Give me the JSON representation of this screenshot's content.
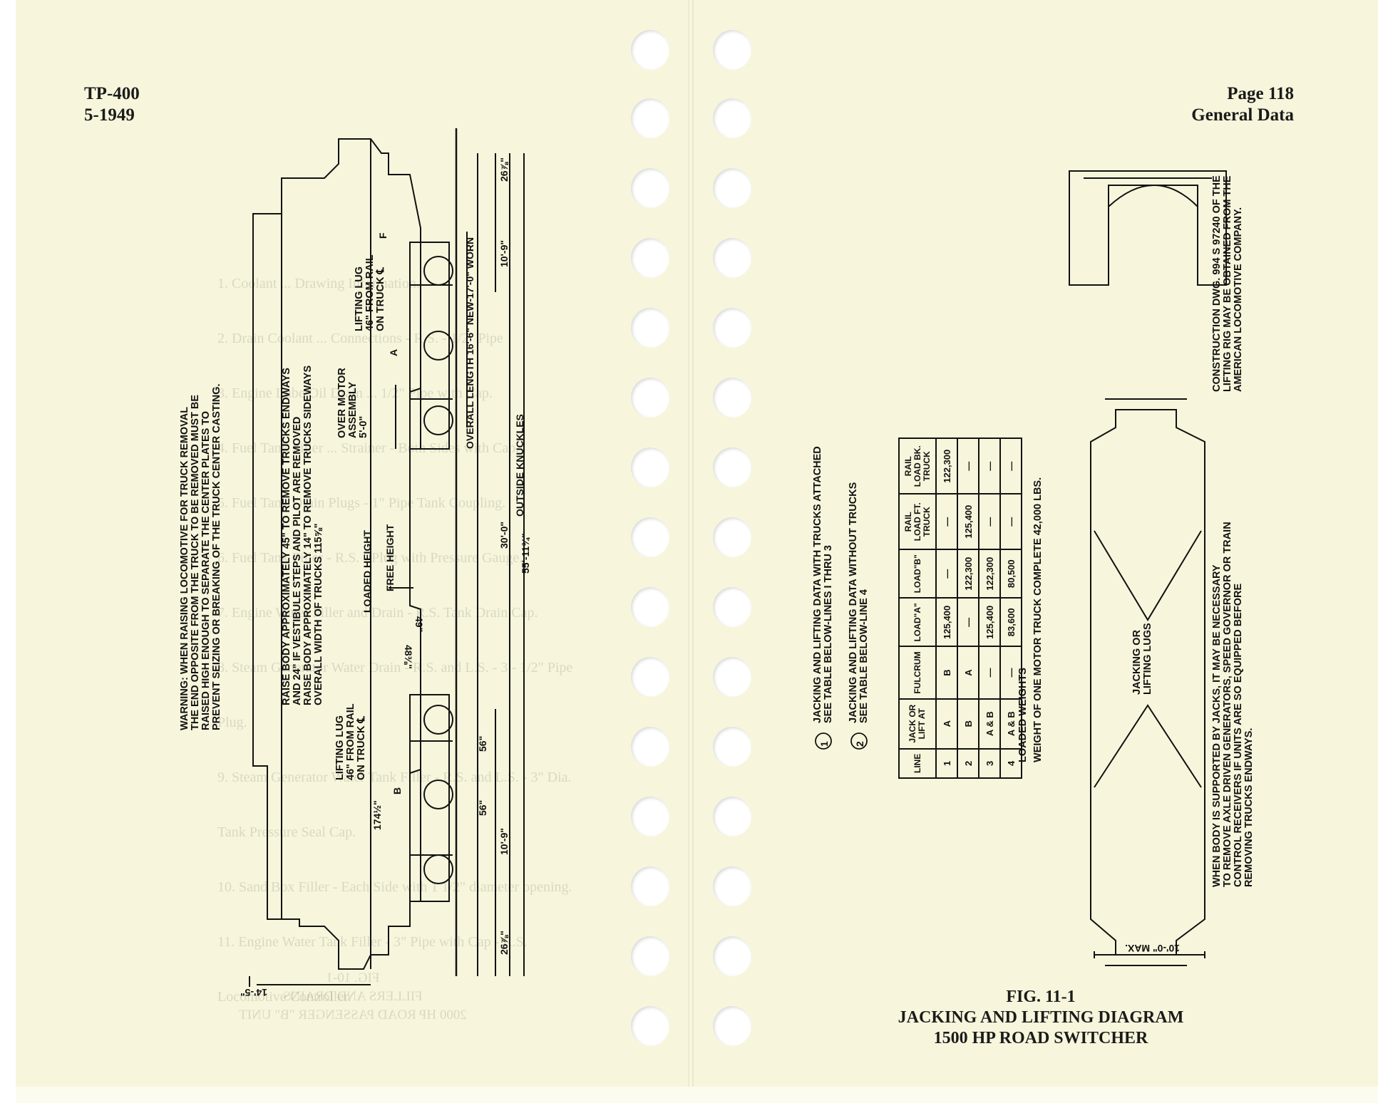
{
  "left_page": {
    "doc_number": "TP-400",
    "doc_date": "5-1949",
    "warning": [
      "WARNING: WHEN RAISING LOCOMOTIVE FOR TRUCK REMOVAL",
      "THE END OPPOSITE FROM THE TRUCK TO BE REMOVED MUST BE",
      "RAISED HIGH ENOUGH TO SEPARATE THE CENTER PLATES TO",
      "PREVENT SEIZING OR BREAKING OF THE TRUCK CENTER CASTING."
    ],
    "raise_note": [
      "RAISE BODY APPROXIMATELY  45\" TO REMOVE  TRUCKS ENDWAYS",
      "AND  24\" IF VESTIBULE STEPS  AND PILOT ARE REMOVED",
      "RAISE BODY APPROXIMATELY 14\" TO REMOVE TRUCKS SIDEWAYS",
      "OVERALL  WIDTH OF TRUCKS 115⅝\""
    ],
    "motor_label": [
      "OVER MOTOR",
      "ASSEMBLY",
      "5'-0\""
    ],
    "lug_label_upper": [
      "LIFTING LUG",
      "46\" FROM RAIL",
      "ON TRUCK ℄"
    ],
    "lug_label_lower": [
      "LIFTING LUG",
      "46\" FROM RAIL",
      "ON TRUCK ℄"
    ],
    "loaded_height": "LOADED HEIGHT",
    "free_height": "FREE HEIGHT",
    "dim_overall_length": "OVERALL LENGTH 16'-6\" NEW-17'-0\" WORN",
    "dim_outside_knuckles": "OUTSIDE KNUCKLES",
    "dim_30": "30'-0\"",
    "dim_55": "55'-11¾\"",
    "dim_10_9_top": "10'-9\"",
    "dim_10_9_bottom": "10'-9\"",
    "dim_26_top": "26⅞\"",
    "dim_26_bottom": "26⅞\"",
    "dim_56_a": "56\"",
    "dim_56_b": "56\"",
    "dim_174": "174½\"",
    "dim_14_5": "14'-5\"",
    "dim_49": "49\"",
    "dim_48": "48⅜\"",
    "letter_a": "A",
    "letter_b": "B",
    "letter_f": "F",
    "bleed_caption": [
      "FIG. 10-1",
      "FILLERS AND DRAINS",
      "2000 HP ROAD PASSENGER \"B\" UNIT"
    ],
    "bleed_list": [
      "1.  Coolant ... Drawing Information.",
      "2.  Drain Coolant ... Connections - R.S. - 1/2\" Pipe",
      "3.  Engine Lube Oil Drain ... 1/2\" Pipe with Cap.",
      "4.  Fuel Tank Filler ... Strainer - Both Sides with Cap.",
      "5.  Fuel Tank Drain Plugs - 1\" Pipe Tank Coupling.",
      "6.  Fuel Tank Filler - R.S. - Plug with Pressure Gauge.",
      "7.  Engine Water Filler and Drain - R.S. Tank Drain Cap.",
      "8.  Steam Generator Water Drain - R.S. and L.S. - 3 - 1/2\" Pipe Plug.",
      "9.  Steam Generator Water Tank Filler - R.S. and L.S. - 3\" Dia. Tank Pressure Seal Cap.",
      "10. Sand Box Filler - Each Side with 1 1/2\" diameter opening.",
      "11. Engine Water Tank Filler - 3\" Pipe with Cap - R.S. Locomotive Controller."
    ]
  },
  "right_page": {
    "page_number": "Page 118",
    "section": "General Data",
    "note_1": [
      "JACKING  AND LIFTING DATA WITH TRUCKS ATTACHED",
      "SEE  TABLE BELOW-LINES  I THRU 3"
    ],
    "note_2": [
      "JACKING  AND LIFTING DATA WITHOUT TRUCKS",
      "SEE  TABLE BELOW-LINE 4"
    ],
    "note_1_num": "1",
    "note_2_num": "2",
    "table": {
      "headers": [
        "LINE",
        "JACK OR LIFT AT",
        "FULCRUM",
        "LOAD\"A\"",
        "LOAD\"B\"",
        "RAIL LOAD FT. TRUCK",
        "RAIL LOAD BK. TRUCK"
      ],
      "rows": [
        [
          "1",
          "A",
          "B",
          "125,400",
          "—",
          "—",
          "122,300"
        ],
        [
          "2",
          "B",
          "A",
          "—",
          "122,300",
          "125,400",
          "—"
        ],
        [
          "3",
          "A & B",
          "—",
          "125,400",
          "122,300",
          "—",
          "—"
        ],
        [
          "4",
          "A & B",
          "—",
          "83,600",
          "80,500",
          "—",
          "—"
        ]
      ]
    },
    "loaded_weights": [
      "LOADED WEIGHTS",
      "WEIGHT OF ONE  MOTOR  TRUCK  COMPLETE     42,000  LBS."
    ],
    "construction_note": [
      "CONSTRUCTION DWG. 994 S 97240 OF THE",
      "LIFTING RIG MAY BE OBTAINED FROM THE",
      "AMERICAN LOCOMOTIVE  COMPANY."
    ],
    "jack_lugs": [
      "JACKING  OR",
      "LIFTING LUGS"
    ],
    "max_width": "10'-0\" MAX.",
    "jack_note": [
      "WHEN BODY IS  SUPPORTED BY JACKS, IT MAY BE NECESSARY",
      "TO REMOVE AXLE DRIVEN GENERATORS, SPEED  GOVERNOR OR TRAIN",
      "CONTROL RECEIVERS IF UNITS  ARE  SO EQUIPPED BEFORE",
      "REMOVING TRUCKS ENDWAYS."
    ],
    "fig_number": "FIG. 11-1",
    "fig_title": "JACKING AND LIFTING DIAGRAM",
    "fig_subtitle": "1500 HP ROAD SWITCHER"
  },
  "colors": {
    "paper": "#f7f6dc",
    "ink": "#111111",
    "hole": "#ffffff"
  }
}
